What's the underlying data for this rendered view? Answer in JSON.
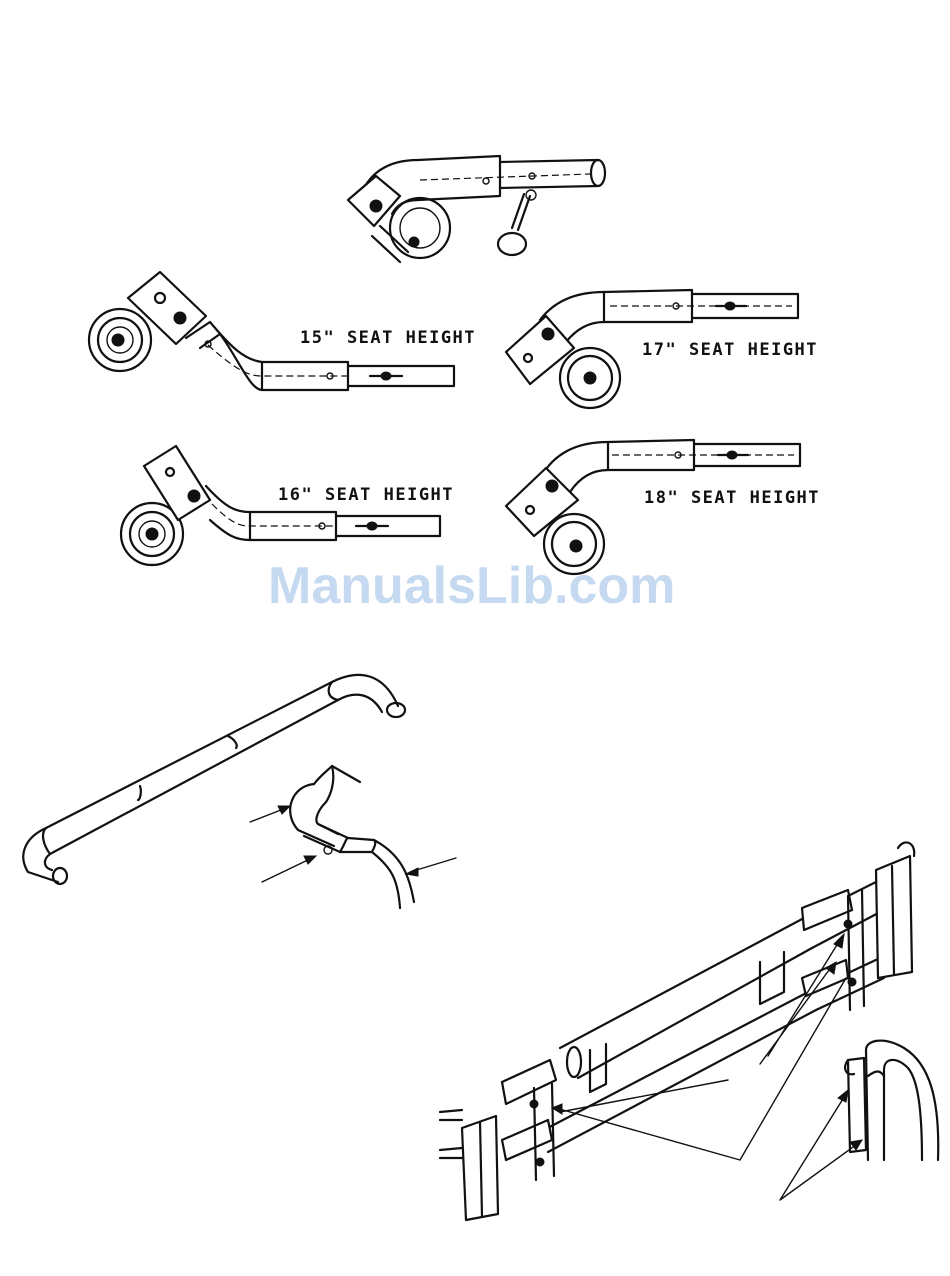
{
  "watermark": "ManualsLib.com",
  "labels": {
    "seat15": "15\" SEAT HEIGHT",
    "seat16": "16\" SEAT HEIGHT",
    "seat17": "17\" SEAT HEIGHT",
    "seat18": "18\" SEAT HEIGHT"
  }
}
